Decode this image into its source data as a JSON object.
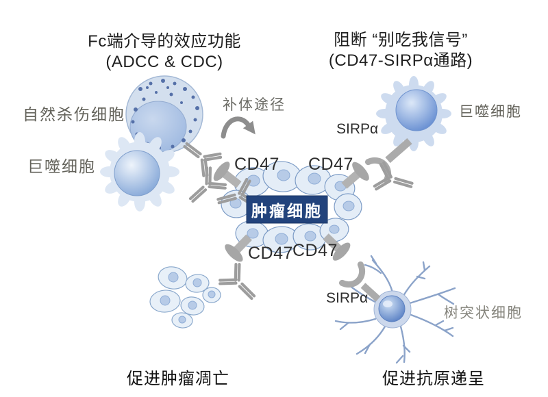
{
  "titles": {
    "left_line1": "Fc端介导的效应功能",
    "left_line2": "(ADCC & CDC)",
    "right_line1": "阻断 “别吃我信号”",
    "right_line2": "(CD47-SIRPα通路)"
  },
  "labels": {
    "nk_cell": "自然杀伤细胞",
    "macrophage_left": "巨噬细胞",
    "macrophage_right": "巨噬细胞",
    "complement_pathway": "补体途径",
    "dendritic_cell": "树突状细胞",
    "tumor_cell": "肿瘤细胞",
    "cd47_top_left": "CD47",
    "cd47_top_right": "CD47",
    "cd47_bottom_left": "CD47",
    "cd47_bottom_right": "CD47",
    "sirpa_top": "SIRPα",
    "sirpa_bottom": "SIRPα"
  },
  "captions": {
    "bottom_left": "促进肿瘤凋亡",
    "bottom_right": "促进抗原递呈"
  },
  "colors": {
    "tumor_box_bg": "#22437c",
    "cell_body_light_blue": "#e4edf7",
    "cell_outline_blue": "#7d9cc6",
    "nucleus_blue": "#6e93cc",
    "antibody_gray": "#9d9d9d",
    "receptor_gray": "#ababab",
    "serif_label_gray": "#63625a",
    "title_black": "#1f1f1f"
  }
}
